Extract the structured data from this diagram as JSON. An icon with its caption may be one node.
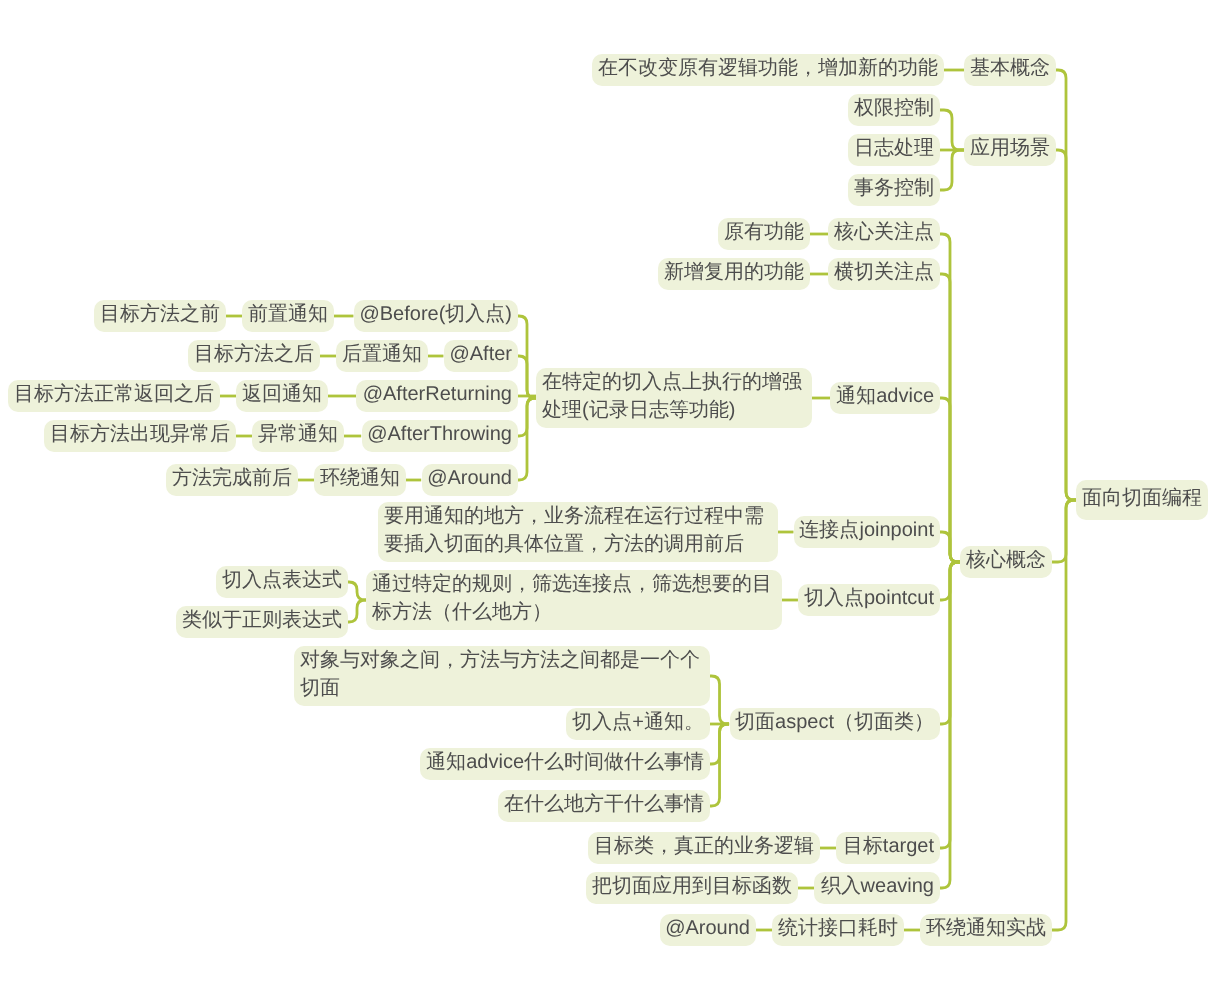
{
  "diagram": {
    "nodes": [
      {
        "text": [
          "面向切面编程"
        ]
      },
      {
        "text": [
          "基本概念"
        ]
      },
      {
        "text": [
          "在不改变原有逻辑功能，增加新的功能"
        ]
      },
      {
        "text": [
          "应用场景"
        ]
      },
      {
        "text": [
          "权限控制"
        ]
      },
      {
        "text": [
          "日志处理"
        ]
      },
      {
        "text": [
          "事务控制"
        ]
      },
      {
        "text": [
          "核心概念"
        ]
      },
      {
        "text": [
          "核心关注点"
        ]
      },
      {
        "text": [
          "原有功能"
        ]
      },
      {
        "text": [
          "横切关注点"
        ]
      },
      {
        "text": [
          "新增复用的功能"
        ]
      },
      {
        "text": [
          "通知advice"
        ]
      },
      {
        "text": [
          "在特定的切入点上执行的增强处理(记录日志等功能)"
        ]
      },
      {
        "text": [
          "@Before(切入点)"
        ]
      },
      {
        "text": [
          "前置通知"
        ]
      },
      {
        "text": [
          "目标方法之前"
        ]
      },
      {
        "text": [
          "@After"
        ]
      },
      {
        "text": [
          "后置通知"
        ]
      },
      {
        "text": [
          "目标方法之后"
        ]
      },
      {
        "text": [
          "@AfterReturning"
        ]
      },
      {
        "text": [
          "返回通知"
        ]
      },
      {
        "text": [
          "目标方法正常返回之后"
        ]
      },
      {
        "text": [
          "@AfterThrowing"
        ]
      },
      {
        "text": [
          "异常通知"
        ]
      },
      {
        "text": [
          "目标方法出现异常后"
        ]
      },
      {
        "text": [
          "@Around"
        ]
      },
      {
        "text": [
          "环绕通知"
        ]
      },
      {
        "text": [
          "方法完成前后"
        ]
      },
      {
        "text": [
          "连接点joinpoint"
        ]
      },
      {
        "text": [
          "要用通知的地方，业务流程在运行过程中需要插入切面的具体位置，方法的调用前后"
        ]
      },
      {
        "text": [
          "切入点pointcut"
        ]
      },
      {
        "text": [
          "通过特定的规则，筛选连接点，筛选想要的目标方法（什么地方）"
        ]
      },
      {
        "text": [
          "切入点表达式"
        ]
      },
      {
        "text": [
          "类似于正则表达式"
        ]
      },
      {
        "text": [
          "切面aspect（切面类）"
        ]
      },
      {
        "text": [
          "对象与对象之间，方法与方法之间都是一个个切面"
        ]
      },
      {
        "text": [
          "切入点+通知。"
        ]
      },
      {
        "text": [
          "通知advice什么时间做什么事情"
        ]
      },
      {
        "text": [
          "在什么地方干什么事情"
        ]
      },
      {
        "text": [
          "目标target"
        ]
      },
      {
        "text": [
          "目标类，真正的业务逻辑"
        ]
      },
      {
        "text": [
          "织入weaving"
        ]
      },
      {
        "text": [
          "把切面应用到目标函数"
        ]
      },
      {
        "text": [
          "环绕通知实战"
        ]
      },
      {
        "text": [
          "统计接口耗时"
        ]
      },
      {
        "text": [
          "@Around"
        ]
      }
    ],
    "edges": [
      {
        "from": 0,
        "to": 1,
        "arrow": "none"
      },
      {
        "from": 1,
        "to": 2,
        "arrow": "none"
      },
      {
        "from": 0,
        "to": 3,
        "arrow": "none"
      },
      {
        "from": 3,
        "to": 4,
        "arrow": "none"
      },
      {
        "from": 3,
        "to": 5,
        "arrow": "none"
      },
      {
        "from": 3,
        "to": 6,
        "arrow": "none"
      },
      {
        "from": 0,
        "to": 7,
        "arrow": "none"
      },
      {
        "from": 7,
        "to": 8,
        "arrow": "none"
      },
      {
        "from": 8,
        "to": 9,
        "arrow": "none"
      },
      {
        "from": 7,
        "to": 10,
        "arrow": "none"
      },
      {
        "from": 10,
        "to": 11,
        "arrow": "none"
      },
      {
        "from": 7,
        "to": 12,
        "arrow": "none"
      },
      {
        "from": 12,
        "to": 13,
        "arrow": "none"
      },
      {
        "from": 13,
        "to": 14,
        "arrow": "none"
      },
      {
        "from": 14,
        "to": 15,
        "arrow": "none"
      },
      {
        "from": 15,
        "to": 16,
        "arrow": "none"
      },
      {
        "from": 13,
        "to": 17,
        "arrow": "none"
      },
      {
        "from": 17,
        "to": 18,
        "arrow": "none"
      },
      {
        "from": 18,
        "to": 19,
        "arrow": "none"
      },
      {
        "from": 13,
        "to": 20,
        "arrow": "none"
      },
      {
        "from": 20,
        "to": 21,
        "arrow": "none"
      },
      {
        "from": 21,
        "to": 22,
        "arrow": "none"
      },
      {
        "from": 13,
        "to": 23,
        "arrow": "none"
      },
      {
        "from": 23,
        "to": 24,
        "arrow": "none"
      },
      {
        "from": 24,
        "to": 25,
        "arrow": "none"
      },
      {
        "from": 13,
        "to": 26,
        "arrow": "none"
      },
      {
        "from": 26,
        "to": 27,
        "arrow": "none"
      },
      {
        "from": 27,
        "to": 28,
        "arrow": "none"
      },
      {
        "from": 7,
        "to": 29,
        "arrow": "none"
      },
      {
        "from": 29,
        "to": 30,
        "arrow": "none"
      },
      {
        "from": 7,
        "to": 31,
        "arrow": "none"
      },
      {
        "from": 31,
        "to": 32,
        "arrow": "none"
      },
      {
        "from": 32,
        "to": 33,
        "arrow": "none"
      },
      {
        "from": 32,
        "to": 34,
        "arrow": "none"
      },
      {
        "from": 7,
        "to": 35,
        "arrow": "none"
      },
      {
        "from": 35,
        "to": 36,
        "arrow": "none"
      },
      {
        "from": 35,
        "to": 37,
        "arrow": "none"
      },
      {
        "from": 35,
        "to": 38,
        "arrow": "none"
      },
      {
        "from": 35,
        "to": 39,
        "arrow": "none"
      },
      {
        "from": 7,
        "to": 40,
        "arrow": "none"
      },
      {
        "from": 40,
        "to": 41,
        "arrow": "none"
      },
      {
        "from": 7,
        "to": 42,
        "arrow": "none"
      },
      {
        "from": 42,
        "to": 43,
        "arrow": "none"
      },
      {
        "from": 0,
        "to": 44,
        "arrow": "none"
      },
      {
        "from": 44,
        "to": 45,
        "arrow": "none"
      },
      {
        "from": 45,
        "to": 46,
        "arrow": "none"
      }
    ]
  }
}
